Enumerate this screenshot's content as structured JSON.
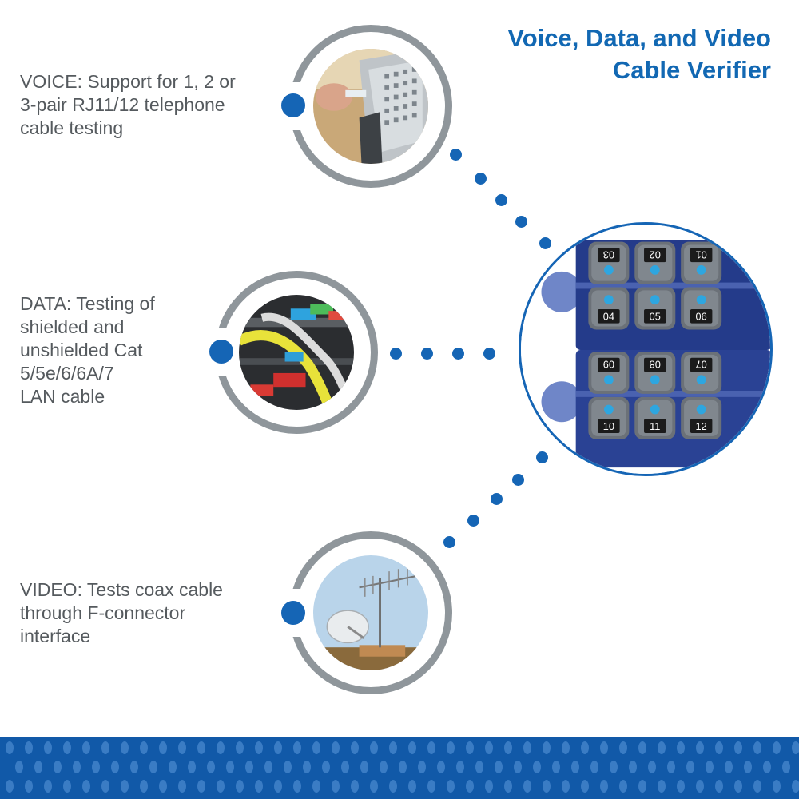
{
  "title": {
    "line1": "Voice, Data, and Video",
    "line2": "Cable Verifier"
  },
  "features": [
    {
      "lines": [
        "VOICE: Support for 1, 2 or",
        "3-pair RJ11/12 telephone",
        "cable testing"
      ],
      "icon": "telephone-cable-photo"
    },
    {
      "lines": [
        "DATA: Testing of",
        "shielded and",
        "unshielded Cat",
        "5/5e/6/6A/7",
        "LAN cable"
      ],
      "icon": "lan-cable-photo"
    },
    {
      "lines": [
        "VIDEO: Tests coax cable",
        "through F-connector",
        "interface"
      ],
      "icon": "antenna-photo"
    }
  ],
  "device": {
    "top_row": [
      "03",
      "02",
      "01"
    ],
    "second_row": [
      "04",
      "05",
      "06"
    ],
    "third_row": [
      "09",
      "08",
      "07"
    ],
    "bottom_row": [
      "10",
      "11",
      "12"
    ]
  },
  "colors": {
    "accent_blue": "#1565b5",
    "ring_gray": "#8f969b",
    "text_gray": "#555a5e",
    "footer_blue": "#1159a8"
  }
}
